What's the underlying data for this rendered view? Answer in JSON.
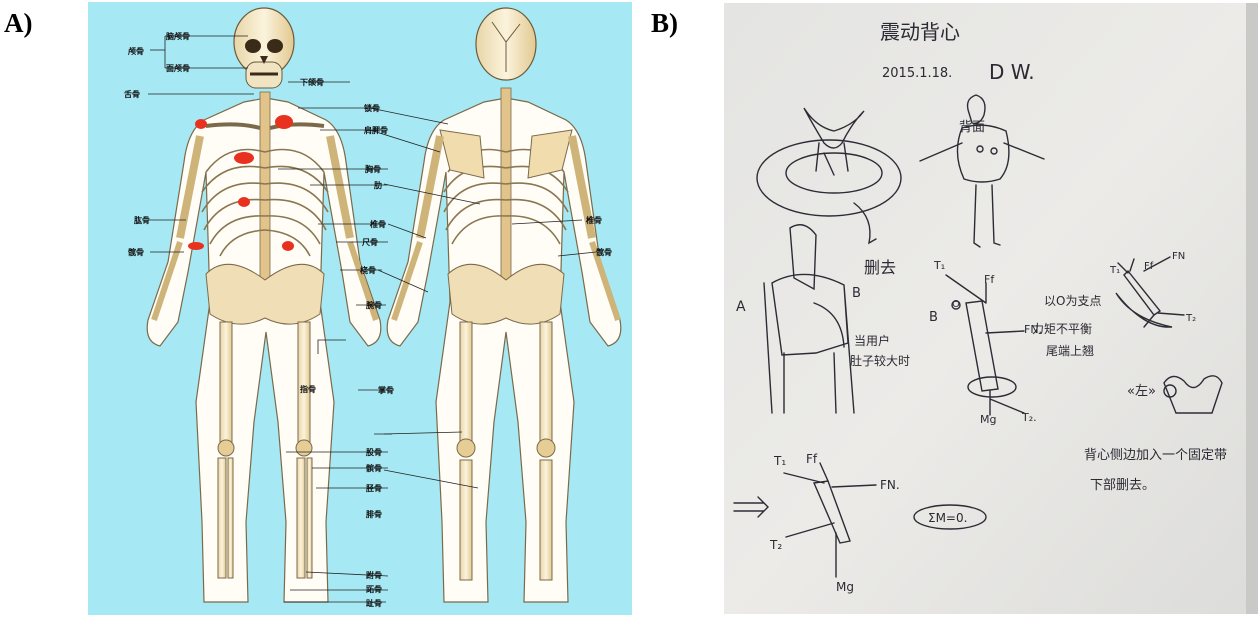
{
  "panel_labels": {
    "a": "A)",
    "b": "B)"
  },
  "skeleton_labels": {
    "skull": "颅骨",
    "cranium": "脑颅骨",
    "facial": "面颅骨",
    "mandible": "下颌骨",
    "hyoid": "舌骨",
    "clavicle": "锁骨",
    "scapula": "肩胛骨",
    "sternum": "胸骨",
    "rib": "肋",
    "humerus": "肱骨",
    "ulna": "尺骨",
    "radius": "桡骨",
    "vertebra": "椎骨",
    "hip": "髋骨",
    "carpal": "腕骨",
    "hand": "掌骨",
    "phalanges": "指骨",
    "femur": "股骨",
    "patella": "髌骨",
    "tibia": "胫骨",
    "fibula": "腓骨",
    "tarsal": "跗骨",
    "metatarsal": "跖骨",
    "toe": "趾骨"
  },
  "sketch": {
    "title": "震动背心",
    "date": "2015.1.18.",
    "author": "D W.",
    "back_view": "背面",
    "delete_label": "删去",
    "mark_a": "A",
    "mark_b": "B",
    "pregnant_note_1": "当用户",
    "pregnant_note_2": "肚子较大时",
    "right_note_1": "以O为支点",
    "right_note_2": "力矩不平衡",
    "right_note_3": "尾端上翘",
    "left_mark": "«左»",
    "bottom_note_1": "背心侧边加入一个固定带",
    "bottom_note_2": "下部删去。",
    "moment_eq": "ΣM=0.",
    "forces": {
      "t1": "T₁",
      "ff": "Ff",
      "fn": "FN",
      "fn_dot": "FN.",
      "t2": "T₂",
      "t2_dot": "T₂.",
      "mg": "Mg",
      "o": "O"
    }
  }
}
